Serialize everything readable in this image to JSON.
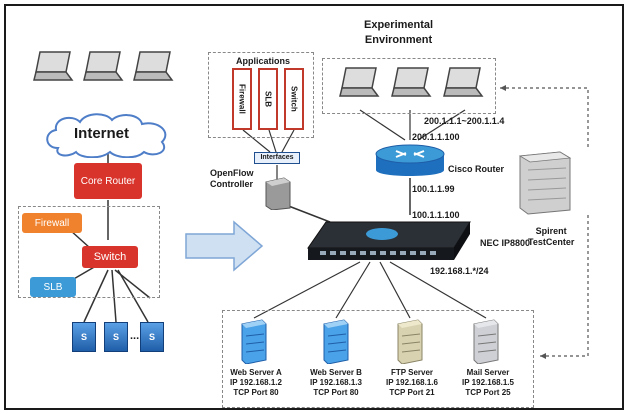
{
  "experimental_env": {
    "line1": "Experimental",
    "line2": "Environment"
  },
  "applications": {
    "title": "Applications",
    "items": [
      "Firewall",
      "SLB",
      "Switch"
    ],
    "interface": "Interfaces"
  },
  "internet": {
    "cloud": "Internet",
    "core_router": "Core Router",
    "firewall": "Firewall",
    "switch": "Switch",
    "slb": "SLB",
    "server_letters": [
      "S",
      "S",
      "S"
    ],
    "server_dots": "..."
  },
  "openflow_controller": {
    "line1": "OpenFlow",
    "line2": "Controller"
  },
  "cisco_router": "Cisco Router",
  "nec_switch": "NEC IP8800",
  "spirent": {
    "line1": "Spirent",
    "line2": "TestCenter"
  },
  "ip_labels": {
    "host_range": "200.1.1.1~200.1.1.4",
    "router_upper": "200.1.1.100",
    "router_lower": "100.1.1.99",
    "switch_upper": "100.1.1.100",
    "subnet": "192.168.1.*/24"
  },
  "servers": [
    {
      "name": "Web Server A",
      "ip": "IP 192.168.1.2",
      "port": "TCP Port 80"
    },
    {
      "name": "Web Server B",
      "ip": "IP 192.168.1.3",
      "port": "TCP Port 80"
    },
    {
      "name": "FTP Server",
      "ip": "IP 192.168.1.6",
      "port": "TCP Port 21"
    },
    {
      "name": "Mail Server",
      "ip": "IP 192.168.1.5",
      "port": "TCP Port 25"
    }
  ],
  "colors": {
    "router_red": "#d9342b",
    "firewall_orange": "#f0822d",
    "slb_blue": "#3c9bd6",
    "cloud_stroke": "#4f7ec8",
    "arrow_fill": "#cfe0f3"
  }
}
